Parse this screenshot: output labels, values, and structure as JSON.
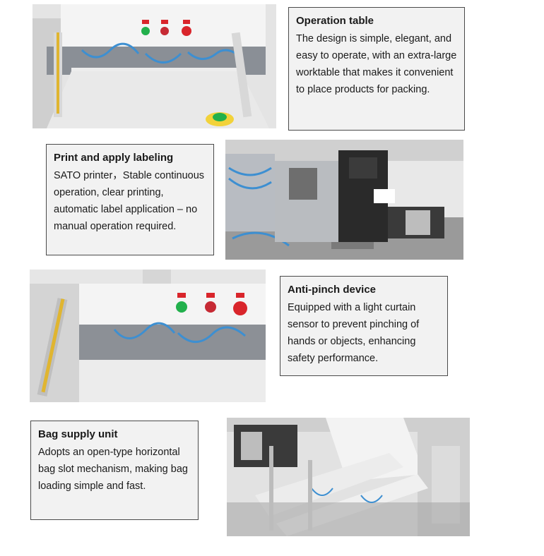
{
  "sections": [
    {
      "title": "Operation table",
      "text": "The design is simple, elegant, and easy to operate, with an extra-large worktable that makes it convenient to place products for packing."
    },
    {
      "title": "Print and apply labeling",
      "text": "SATO printer，Stable continuous operation, clear printing, automatic label application – no manual operation required."
    },
    {
      "title": "Anti-pinch device",
      "text": "Equipped with a light curtain sensor to prevent pinching of hands or objects, enhancing safety performance."
    },
    {
      "title": "Bag supply unit",
      "text": "Adopts an open-type horizontal bag slot mechanism, making bag loading simple and fast."
    }
  ],
  "colors": {
    "box_bg": "#f2f2f2",
    "box_border": "#4a4a4a",
    "button_green": "#22b04c",
    "button_red": "#d9252b",
    "cable_blue": "#3d8fd1",
    "sensor_yellow": "#e0b530"
  }
}
